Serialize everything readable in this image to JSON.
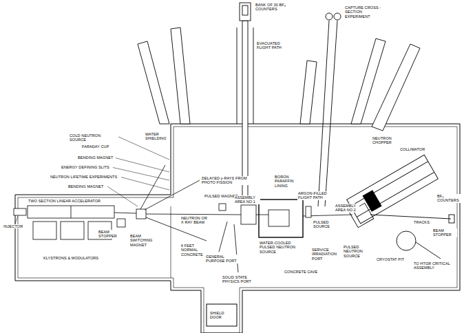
{
  "diagram": {
    "labels": [
      "BANK OF 30 BF₃ COUNTERS",
      "EVACUATED FLIGHT PATH",
      "CAPTURE CROSS - SECTION EXPERIMENT",
      "WATER SHIELDING",
      "COLD NEUTRON SOURCE",
      "FARADAY CUP",
      "BENDING MAGNET",
      "ENERGY DEFINING SLITS",
      "NEUTRON LIFETIME EXPERIMENTS",
      "BENDING MAGNET",
      "TWO SECTION LINEAR ACCELERATOR",
      "INJECTOR",
      "KLYSTRONS & MODULATORS",
      "BEAM STOPPER",
      "BEAM SWITCHING MAGNET",
      "DELAYED γ-RAYS FROM PHOTO FISSION",
      "PULSED MAGNET",
      "NEUTRON OR X RAY BEAM",
      "6 FEET NORMAL CONCRETE",
      "GENERAL PURPOSE PORT",
      "SOLID STATE PHYSICS PORT",
      "ASSEMBLY AREA NO.1",
      "BORON PARAFFIN LINING",
      "ARGON-FILLED FLIGHT PATH",
      "WATER-COOLED PULSED NEUTRON SOURCE",
      "SERVICE IRRADIATION PORT",
      "CONCRETE CAVE",
      "PULSED SOURCE",
      "NEUTRON CHOPPER",
      "COLLIMATOR",
      "ASSEMBLY AREA NO.2",
      "BF₃ COUNTERS",
      "TRACKS",
      "BEAM STOPPER",
      "PULSED NEUTRON SOURCE",
      "CRYOSTAT PIT",
      "TO HTGR CRITICAL ASSEMBLY",
      "SHIELD DOOR"
    ]
  }
}
